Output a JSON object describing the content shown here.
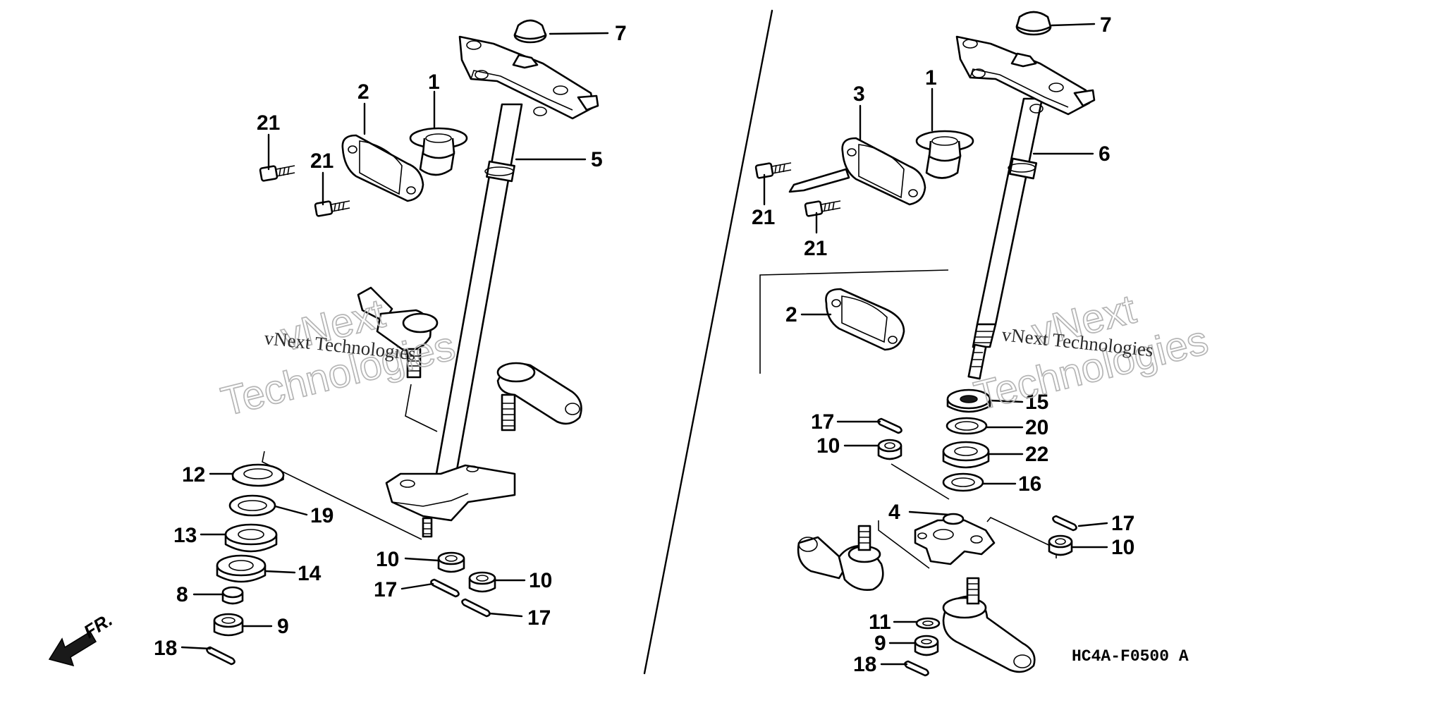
{
  "diagram": {
    "code": "HC4A-F0500 A",
    "direction_label": "FR.",
    "watermark": {
      "line": "vNext Technologies",
      "outline_1": "vNext",
      "outline_2": "Technologies"
    },
    "left_labels": {
      "p7": "7",
      "p1": "1",
      "p2": "2",
      "p5": "5",
      "p21a": "21",
      "p21b": "21",
      "p12": "12",
      "p19": "19",
      "p13": "13",
      "p14": "14",
      "p8": "8",
      "p9": "9",
      "p18": "18",
      "p10a": "10",
      "p10b": "10",
      "p17a": "17",
      "p17b": "17"
    },
    "right_labels": {
      "p7": "7",
      "p1": "1",
      "p3": "3",
      "p6": "6",
      "p21a": "21",
      "p21b": "21",
      "p2": "2",
      "p17a": "17",
      "p10a": "10",
      "p15": "15",
      "p20": "20",
      "p22": "22",
      "p16": "16",
      "p4": "4",
      "p17b": "17",
      "p10b": "10",
      "p11": "11",
      "p9": "9",
      "p18": "18"
    }
  }
}
